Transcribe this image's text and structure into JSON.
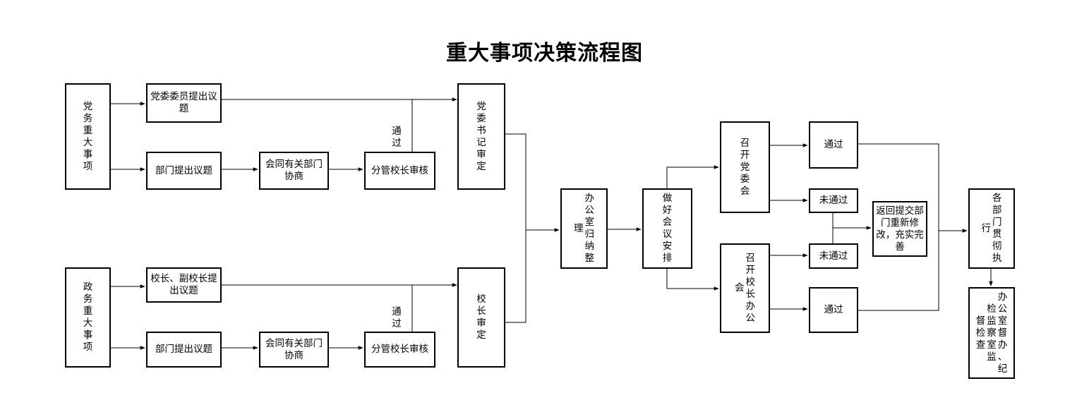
{
  "title": "重大事项决策流程图",
  "nodes": {
    "party_major": "党务重大事项",
    "party_member_propose": "党委委员提出议题",
    "dept_propose_1": "部门提出议题",
    "consult_1": "会同有关部门协商",
    "vp_review_1": "分管校长审核",
    "secretary_decide": "党委书记审定",
    "admin_major": "政务重大事项",
    "president_propose": "校长、副校长提出议题",
    "dept_propose_2": "部门提出议题",
    "consult_2": "会同有关部门协商",
    "vp_review_2": "分管校长审核",
    "president_decide": "校长审定",
    "office_organize": "办公室归纳整理",
    "prepare_meeting": "做好会议安排",
    "party_committee_meeting": "召开党委会",
    "president_office_meeting": "召开校长办公会",
    "passed_1": "通过",
    "failed_1": "未通过",
    "failed_2": "未通过",
    "passed_2": "通过",
    "return_revise": "返回提交部门重新修改，充实完善",
    "depts_execute": "各部门贯彻执行",
    "supervision": "办公室督办、纪检监察室监督检查"
  },
  "edge_labels": {
    "pass_1": "通过",
    "pass_2": "通过"
  }
}
